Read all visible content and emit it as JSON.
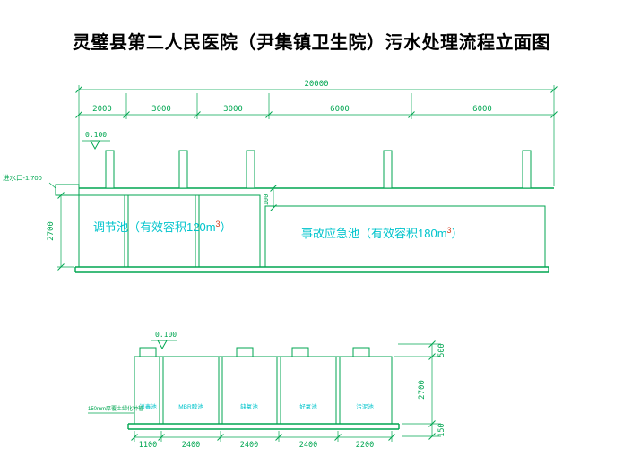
{
  "title": "灵璧县第二人民医院（尹集镇卫生院）污水处理流程立面图",
  "colors": {
    "line_green": "#00a651",
    "label_cyan": "#00c4cc",
    "superscript_red": "#d23c1e",
    "title_black": "#000000",
    "background": "#ffffff"
  },
  "top_view": {
    "overall_dim": "20000",
    "segment_dims": [
      "2000",
      "3000",
      "3000",
      "6000",
      "6000"
    ],
    "elevation_mark": "0.100",
    "inlet_label": "进水口-1.700",
    "height_dim": "2700",
    "step_dim": "100",
    "tank_labels": [
      {
        "pre": "调节池（有效容积120m",
        "sup": "3",
        "post": "）"
      },
      {
        "pre": "事故应急池（有效容积180m",
        "sup": "3",
        "post": "）"
      }
    ]
  },
  "section_view": {
    "elevation_mark": "0.100",
    "surface_note": "150mm厚覆土绿化种植",
    "compartment_labels": [
      "消毒池",
      "MBR膜池",
      "缺氧池",
      "好氧池",
      "污泥池"
    ],
    "width_dims": [
      "1100",
      "2400",
      "2400",
      "2400",
      "2200"
    ],
    "height_dims": [
      "500",
      "2700",
      "150"
    ]
  }
}
